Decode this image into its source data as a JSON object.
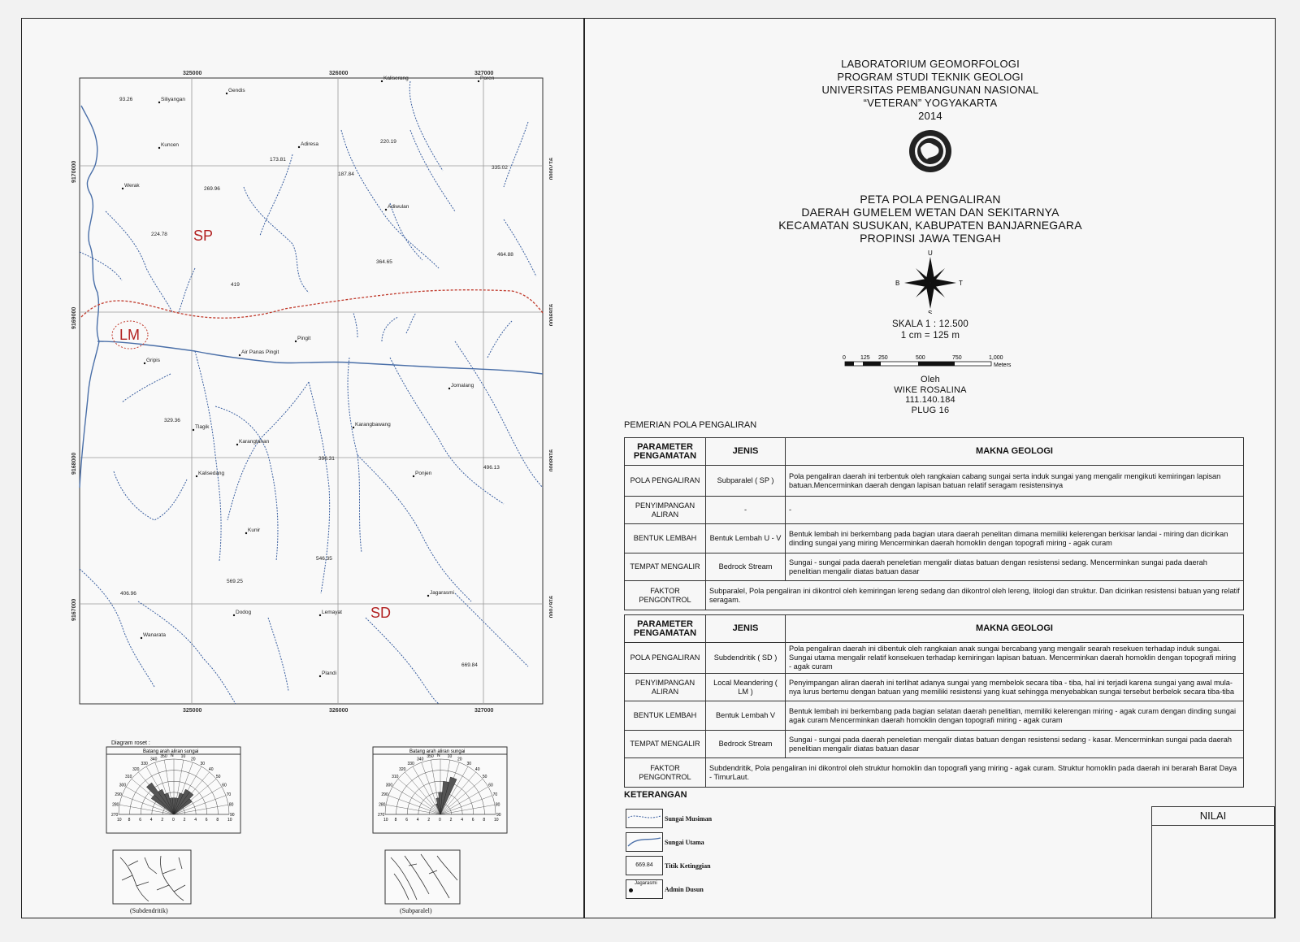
{
  "header": {
    "lines": [
      "LABORATORIUM GEOMORFOLOGI",
      "PROGRAM STUDI TEKNIK GEOLOGI",
      "UNIVERSITAS PEMBANGUNAN NASIONAL",
      "“VETERAN” YOGYAKARTA",
      "2014"
    ]
  },
  "map_title": {
    "lines": [
      "PETA POLA PENGALIRAN",
      "DAERAH GUMELEM WETAN DAN SEKITARNYA",
      "KECAMATAN SUSUKAN, KABUPATEN BANJARNEGARA",
      "PROPINSI JAWA TENGAH"
    ]
  },
  "compass": {
    "n": "U",
    "s": "S",
    "e": "T",
    "w": "B"
  },
  "scale": {
    "text1": "SKALA 1 : 12.500",
    "text2": "1 cm = 125 m",
    "ticks": [
      "0",
      "125",
      "250",
      "500",
      "750",
      "1,000"
    ],
    "unit": "Meters"
  },
  "author": {
    "lines": [
      "Oleh",
      "WIKE ROSALINA",
      "111.140.184",
      "PLUG 16"
    ]
  },
  "pemerian_title": "PEMERIAN POLA PENGALIRAN",
  "table_headers": {
    "param": "PARAMETER PENGAMATAN",
    "jenis": "JENIS",
    "makna": "MAKNA GEOLOGI"
  },
  "table1": [
    {
      "param": "POLA PENGALIRAN",
      "jenis": "Subparalel ( SP )",
      "makna": "Pola pengaliran daerah ini terbentuk oleh rangkaian cabang sungai serta induk sungai yang mengalir mengikuti kemiringan lapisan batuan.Mencerminkan daerah dengan lapisan batuan relatif seragam resistensinya"
    },
    {
      "param": "PENYIMPANGAN ALIRAN",
      "jenis": "-",
      "makna": "-"
    },
    {
      "param": "BENTUK LEMBAH",
      "jenis": "Bentuk Lembah U - V",
      "makna": "Bentuk lembah ini berkembang pada bagian utara daerah penelitan dimana memiliki kelerengan berkisar landai - miring dan dicirikan dinding sungai yang miring Mencerminkan daerah homoklin dengan topografi miring - agak curam"
    },
    {
      "param": "TEMPAT MENGALIR",
      "jenis": "Bedrock Stream",
      "makna": "Sungai - sungai pada daerah peneletian mengalir diatas batuan dengan resistensi sedang. Mencerminkan sungai pada daerah penelitian mengalir diatas batuan dasar"
    },
    {
      "param": "FAKTOR PENGONTROL",
      "jenis": "",
      "makna": "Subparalel, Pola pengaliran ini dikontrol oleh kemiringan lereng sedang dan dikontrol oleh lereng, litologi dan struktur. Dan dicirikan resistensi batuan yang relatif seragam."
    }
  ],
  "table2": [
    {
      "param": "POLA PENGALIRAN",
      "jenis": "Subdendritik ( SD )",
      "makna": "Pola pengaliran daerah ini dibentuk oleh rangkaian anak sungai bercabang yang mengalir searah resekuen terhadap induk sungai. Sungai utama mengalir relatif konsekuen terhadap kemiringan lapisan batuan. Mencerminkan daerah homoklin dengan topografi miring - agak curam"
    },
    {
      "param": "PENYIMPANGAN ALIRAN",
      "jenis": "Local Meandering ( LM )",
      "makna": "Penyimpangan aliran daerah ini terlihat adanya sungai yang membelok secara tiba - tiba, hal ini terjadi karena sungai yang awal mula-nya lurus bertemu dengan batuan yang memiliki resistensi yang kuat sehingga menyebabkan sungai tersebut berbelok secara tiba-tiba"
    },
    {
      "param": "BENTUK LEMBAH",
      "jenis": "Bentuk Lembah V",
      "makna": "Bentuk lembah ini berkembang pada bagian selatan daerah penelitian, memiliki kelerengan  miring - agak curam dengan dinding sungai agak curam Mencerminkan daerah homoklin dengan topografi miring - agak curam"
    },
    {
      "param": "TEMPAT MENGALIR",
      "jenis": "Bedrock Stream",
      "makna": "Sungai - sungai pada daerah peneletian mengalir diatas batuan dengan resistensi sedang - kasar. Mencerminkan sungai pada daerah penelitian mengalir diatas batuan dasar"
    },
    {
      "param": "FAKTOR PENGONTROL",
      "jenis": "",
      "makna": "Subdendritik, Pola pengaliran ini dikontrol oleh struktur homoklin dan topografi yang miring - agak curam. Struktur homoklin pada daerah ini berarah Barat Daya -  TimurLaut."
    }
  ],
  "legend": {
    "title": "KETERANGAN",
    "items": [
      "Sungai Musiman",
      "Sungai Utama",
      "Titik Ketinggian",
      "Admin Dusun"
    ],
    "sample_elev": "669.84",
    "sample_village": "Jagarasmi"
  },
  "nilai": "NILAI",
  "map": {
    "grid_top": [
      "325000",
      "326000",
      "327000"
    ],
    "grid_bottom": [
      "325000",
      "326000",
      "327000"
    ],
    "grid_left": [
      "9170000",
      "9169000",
      "9168000",
      "9167000"
    ],
    "grid_right": [
      "9170000",
      "9169000",
      "9168000",
      "9167000"
    ],
    "zones": [
      "SP",
      "LM",
      "SD"
    ],
    "villages": [
      "Siliyangan",
      "Gendis",
      "Kaliserang",
      "Poren",
      "Kuncen",
      "Adiresa",
      "Werak",
      "Adiwulan",
      "Gripis",
      "Air Panas Pingit",
      "Pingit",
      "Jomalang",
      "Tlagik",
      "Karangtanan",
      "Karangbawang",
      "Kalisedang",
      "Ponjen",
      "Kunir",
      "Dodog",
      "Lemayat",
      "Jagarasmi",
      "Wanarata",
      "Plandi"
    ],
    "elevations": [
      "93.26",
      "173.81",
      "220.19",
      "335.02",
      "187.84",
      "269.96",
      "224.78",
      "364.65",
      "464.88",
      "419",
      "329.36",
      "396.31",
      "496.13",
      "546.35",
      "569.25",
      "406.96",
      "669.84"
    ]
  },
  "rose": {
    "caption": "Diagram roset :",
    "title": "Batang arah aliran sungai",
    "angles": [
      "270",
      "280",
      "290",
      "300",
      "310",
      "320",
      "330",
      "340",
      "350",
      "N",
      "10",
      "20",
      "30",
      "40",
      "50",
      "60",
      "70",
      "80",
      "90"
    ],
    "axis": [
      "10",
      "8",
      "6",
      "4",
      "2",
      "0",
      "2",
      "4",
      "6",
      "8",
      "10"
    ]
  },
  "samples": [
    "(Subdendritik)",
    "(Subparalel)"
  ]
}
